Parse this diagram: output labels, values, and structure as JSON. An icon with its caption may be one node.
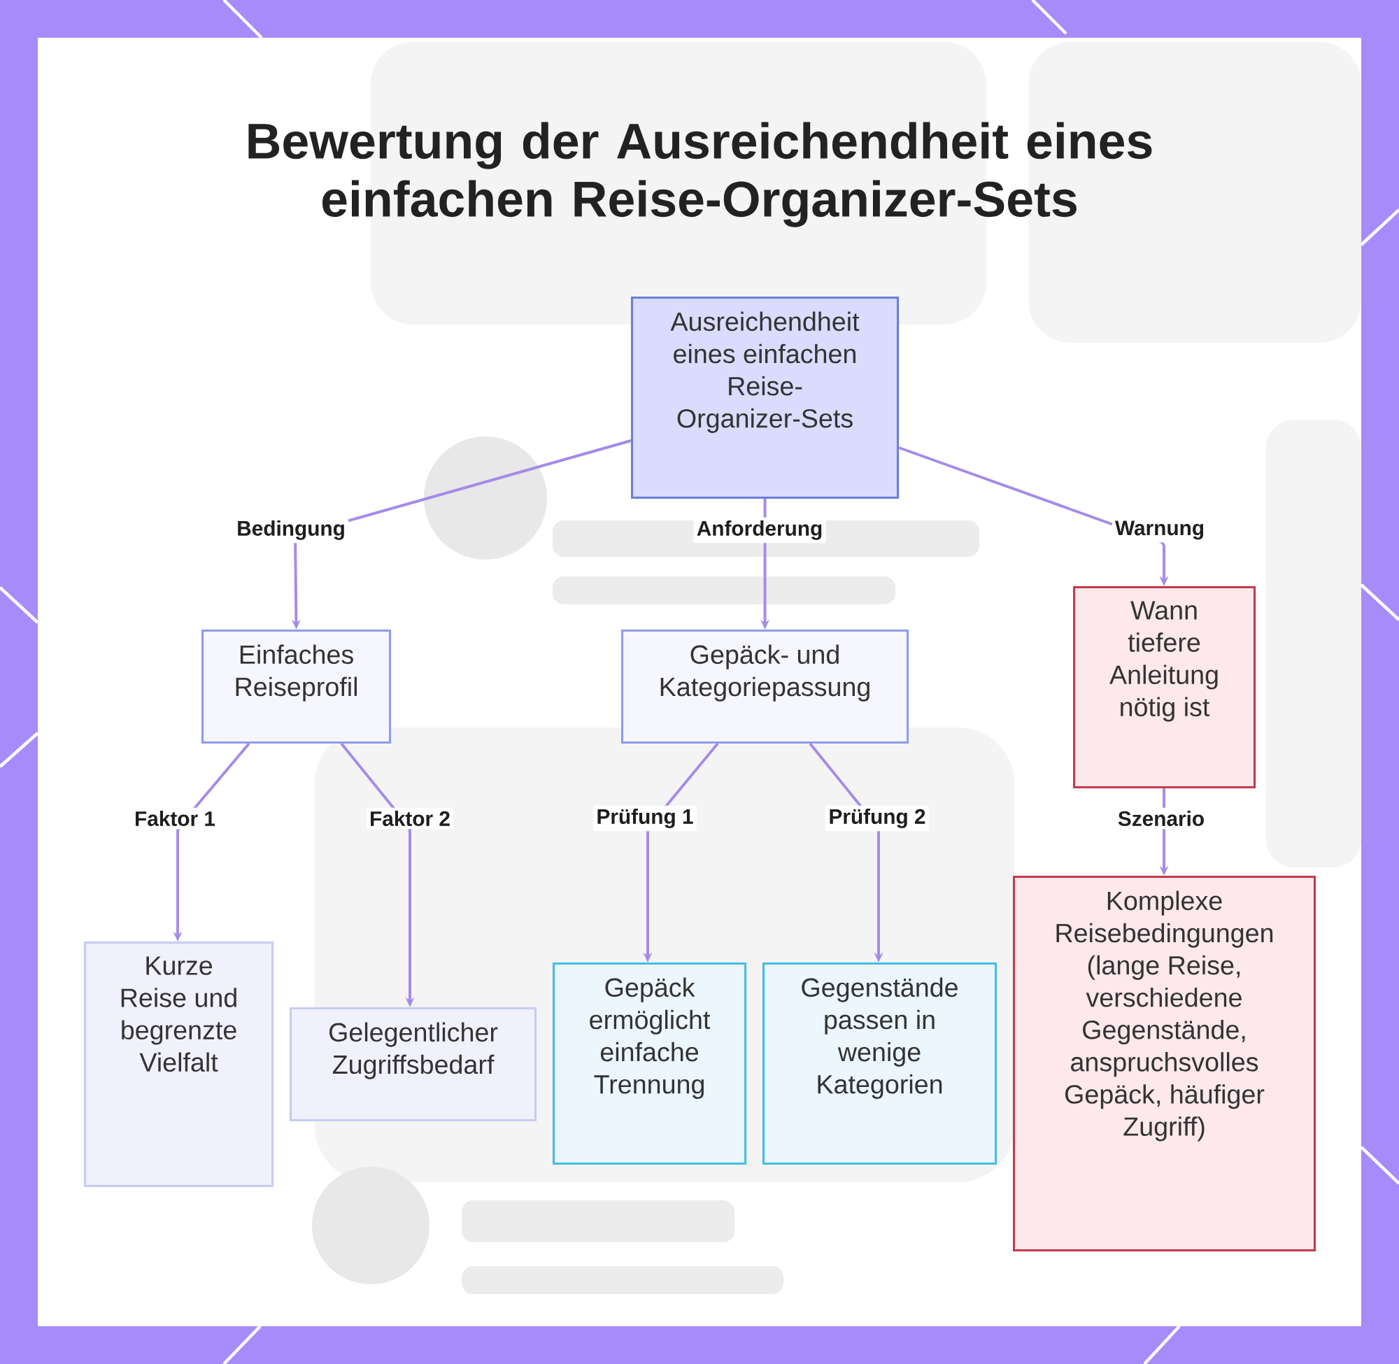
{
  "diagram": {
    "title": "Bewertung der Ausreichendheit eines einfachen Reise-Organizer-Sets",
    "nodes": [
      {
        "text": [
          "Ausreichendheit eines einfachen Reise-Organizer-Sets"
        ]
      },
      {
        "text": [
          "Einfaches Reiseprofil"
        ]
      },
      {
        "text": [
          "Gepäck- und Kategoriepassung"
        ]
      },
      {
        "text": [
          "Wann tiefere Anleitung nötig ist"
        ]
      },
      {
        "text": [
          "Kurze Reise und begrenzte Vielfalt"
        ]
      },
      {
        "text": [
          "Gelegentlicher Zugriffsbedarf"
        ]
      },
      {
        "text": [
          "Gepäck ermöglicht einfache Trennung"
        ]
      },
      {
        "text": [
          "Gegenstände passen in wenige Kategorien"
        ]
      },
      {
        "text": [
          "Komplexe Reisebedingungen (lange Reise, verschiedene Gegenstände, anspruchsvolles Gepäck, häufiger Zugriff)"
        ]
      }
    ],
    "edges": [
      {
        "from": 0,
        "to": 1,
        "arrow": "to",
        "label": "Bedingung"
      },
      {
        "from": 0,
        "to": 2,
        "arrow": "to",
        "label": "Anforderung"
      },
      {
        "from": 0,
        "to": 3,
        "arrow": "to",
        "label": "Warnung"
      },
      {
        "from": 1,
        "to": 4,
        "arrow": "to",
        "label": "Faktor 1"
      },
      {
        "from": 1,
        "to": 5,
        "arrow": "to",
        "label": "Faktor 2"
      },
      {
        "from": 2,
        "to": 6,
        "arrow": "to",
        "label": "Prüfung 1"
      },
      {
        "from": 2,
        "to": 7,
        "arrow": "to",
        "label": "Prüfung 2"
      },
      {
        "from": 3,
        "to": 8,
        "arrow": "to",
        "label": "Szenario"
      }
    ]
  }
}
